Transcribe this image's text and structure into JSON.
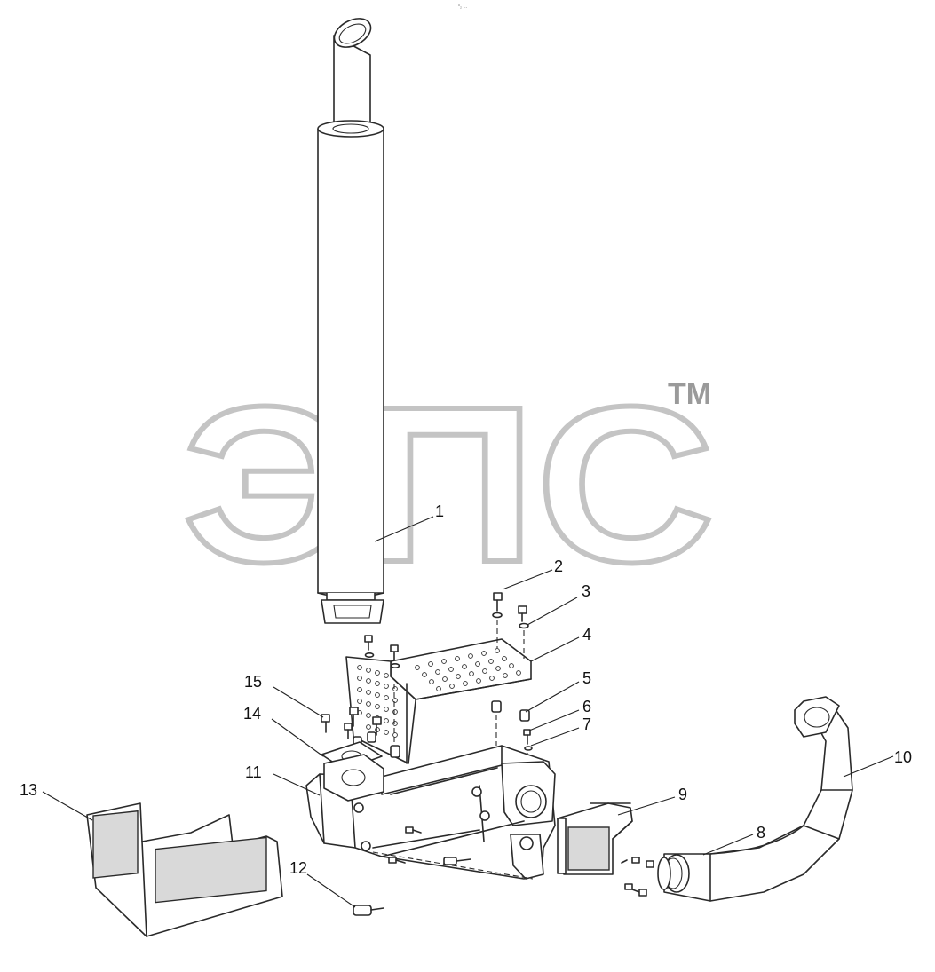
{
  "sheet_mark": "°₂ …",
  "watermark": {
    "text": "ЭПС",
    "tm": "TM"
  },
  "callouts": [
    {
      "id": "1",
      "label": "1"
    },
    {
      "id": "2",
      "label": "2"
    },
    {
      "id": "3",
      "label": "3"
    },
    {
      "id": "4",
      "label": "4"
    },
    {
      "id": "5",
      "label": "5"
    },
    {
      "id": "6",
      "label": "6"
    },
    {
      "id": "7",
      "label": "7"
    },
    {
      "id": "8",
      "label": "8"
    },
    {
      "id": "9",
      "label": "9"
    },
    {
      "id": "10",
      "label": "10"
    },
    {
      "id": "11",
      "label": "11"
    },
    {
      "id": "12",
      "label": "12"
    },
    {
      "id": "13",
      "label": "13"
    },
    {
      "id": "14",
      "label": "14"
    },
    {
      "id": "15",
      "label": "15"
    }
  ]
}
